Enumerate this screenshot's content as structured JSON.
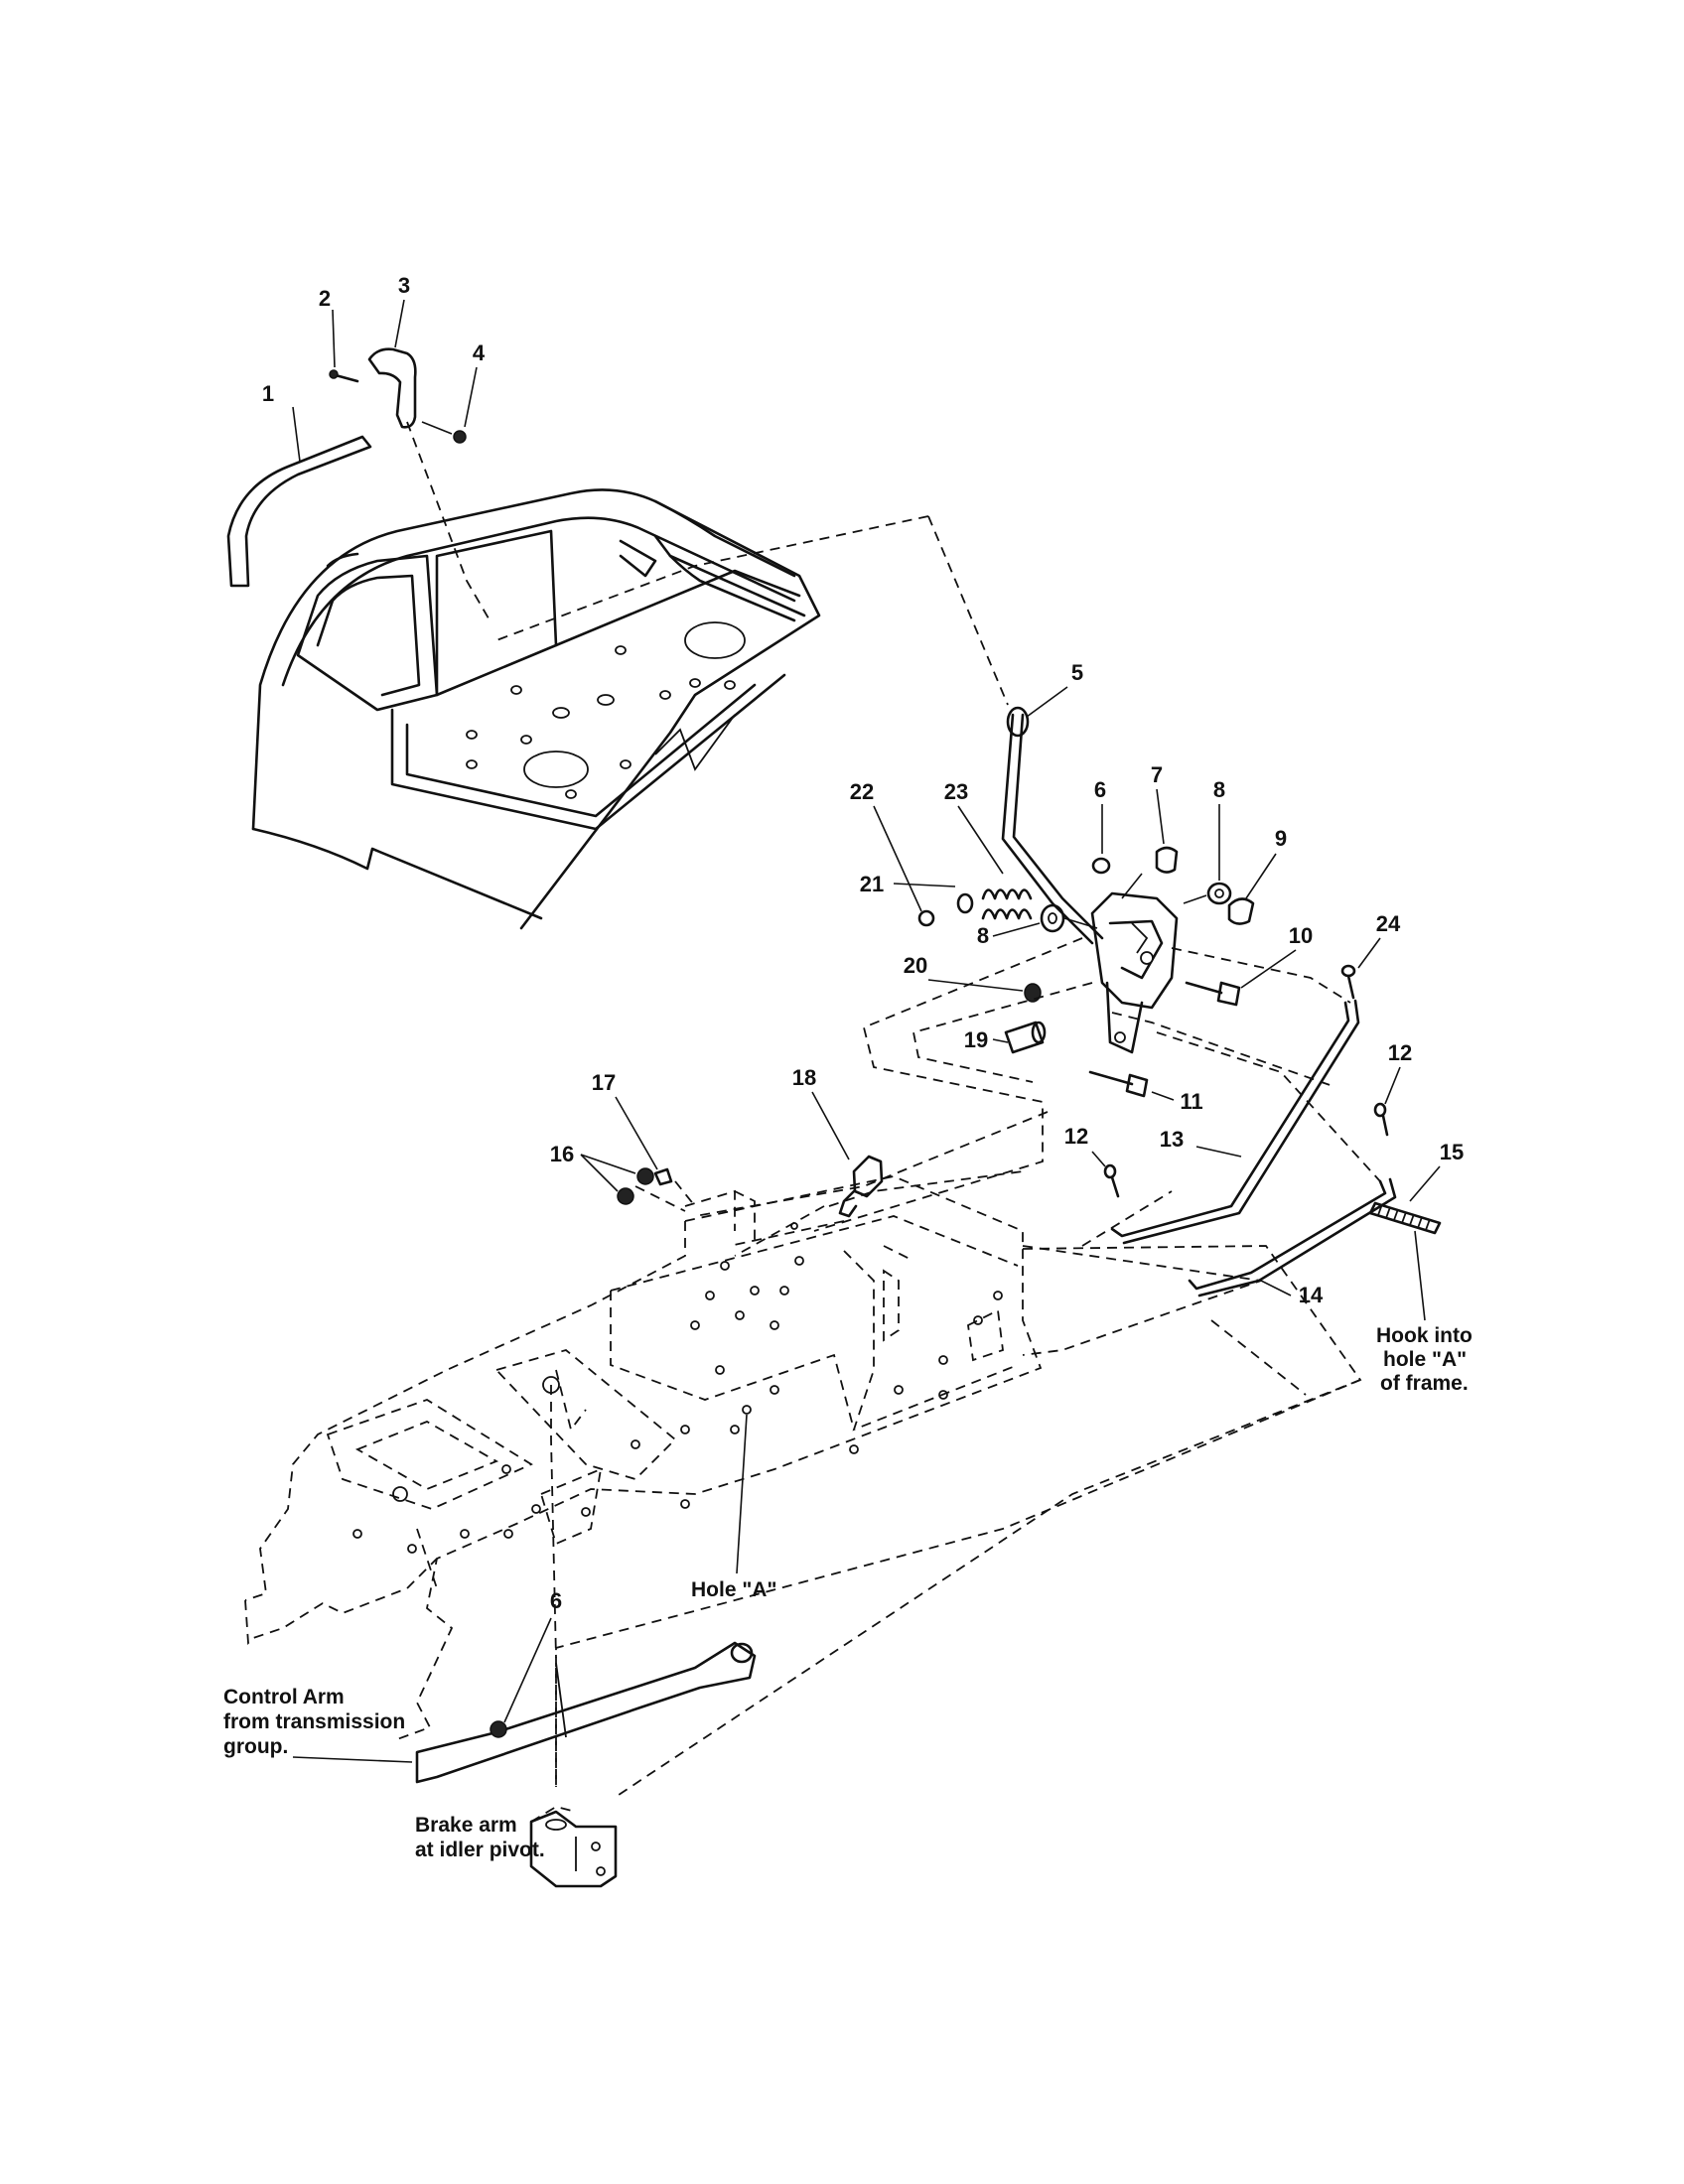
{
  "callouts": [
    {
      "id": "c1",
      "text": "1"
    },
    {
      "id": "c2",
      "text": "2"
    },
    {
      "id": "c3",
      "text": "3"
    },
    {
      "id": "c4",
      "text": "4"
    },
    {
      "id": "c5",
      "text": "5"
    },
    {
      "id": "c6a",
      "text": "6"
    },
    {
      "id": "c7",
      "text": "7"
    },
    {
      "id": "c8a",
      "text": "8"
    },
    {
      "id": "c9",
      "text": "9"
    },
    {
      "id": "c22",
      "text": "22"
    },
    {
      "id": "c23",
      "text": "23"
    },
    {
      "id": "c21",
      "text": "21"
    },
    {
      "id": "c8b",
      "text": "8"
    },
    {
      "id": "c10",
      "text": "10"
    },
    {
      "id": "c24",
      "text": "24"
    },
    {
      "id": "c20",
      "text": "20"
    },
    {
      "id": "c19",
      "text": "19"
    },
    {
      "id": "c11",
      "text": "11"
    },
    {
      "id": "c12a",
      "text": "12"
    },
    {
      "id": "c18",
      "text": "18"
    },
    {
      "id": "c17",
      "text": "17"
    },
    {
      "id": "c16",
      "text": "16"
    },
    {
      "id": "c13",
      "text": "13"
    },
    {
      "id": "c12b",
      "text": "12"
    },
    {
      "id": "c15",
      "text": "15"
    },
    {
      "id": "c14",
      "text": "14"
    },
    {
      "id": "c6b",
      "text": "6"
    }
  ],
  "notes": {
    "hook_line1": "Hook into",
    "hook_line2": "hole \"A\"",
    "hook_line3": "of frame.",
    "hole_a": "Hole \"A\"",
    "control_line1": "Control Arm",
    "control_line2": "from transmission",
    "control_line3": "group.",
    "brake_line1": "Brake arm",
    "brake_line2": "at idler pivot."
  }
}
